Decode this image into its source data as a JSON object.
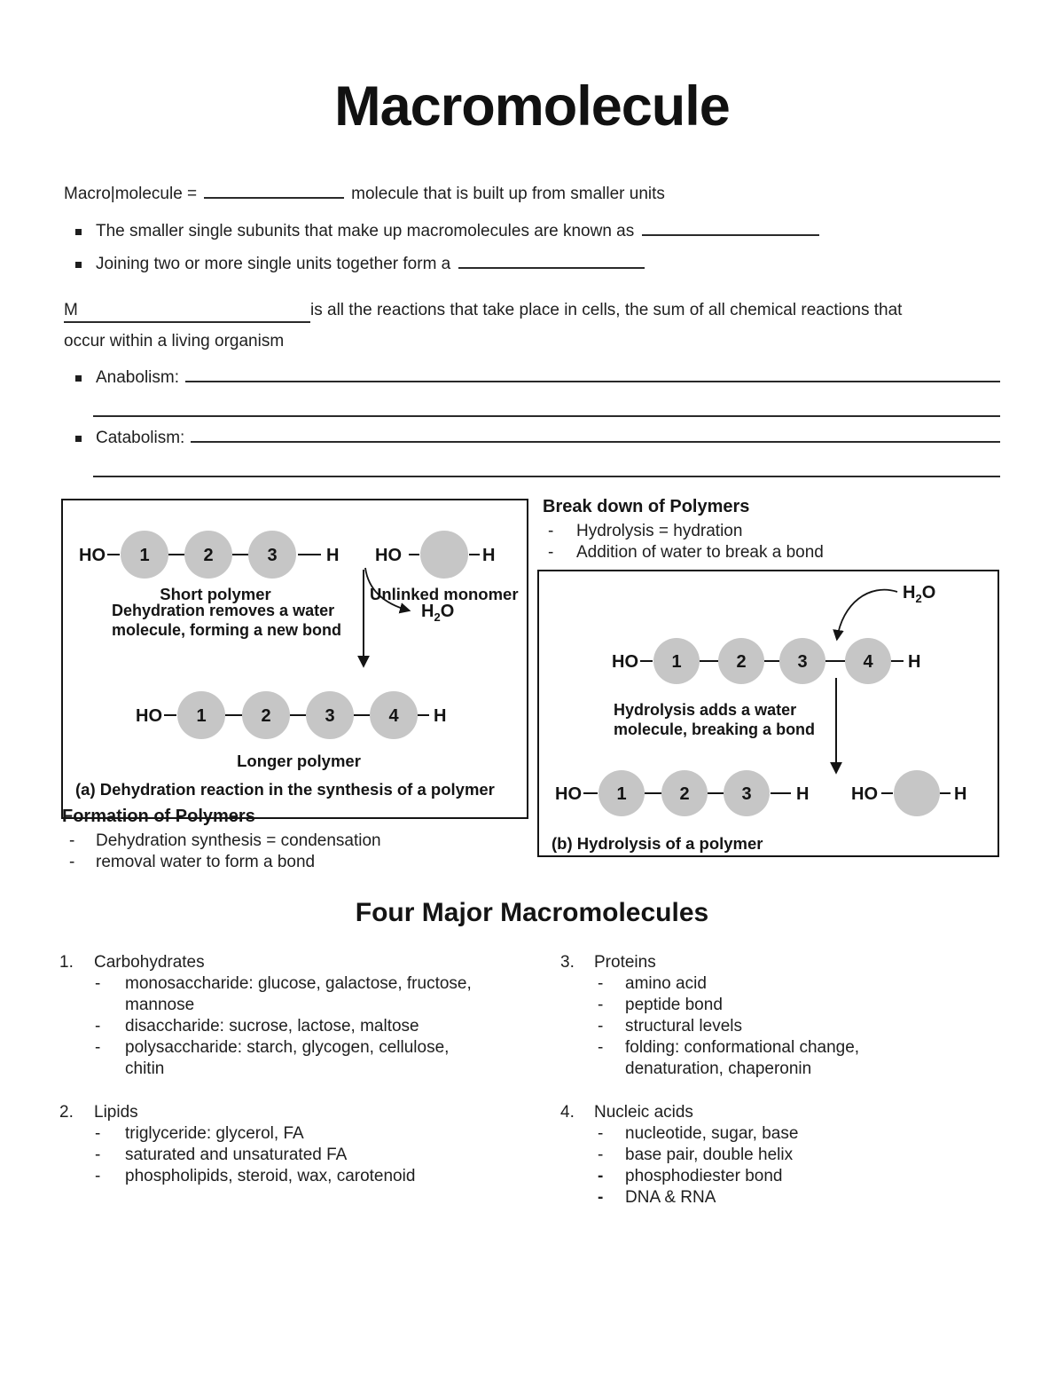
{
  "page": {
    "title": "Macromolecule"
  },
  "markers": {
    "dash": "-"
  },
  "chem": {
    "ho": "HO",
    "h": "H",
    "wh": "H",
    "wsub": "2",
    "wo": "O"
  },
  "intro": {
    "line1_pre": "Macro|molecule =",
    "line1_post": "molecule that is built up from smaller units",
    "bullet1": "The smaller single subunits that make up macromolecules are known as",
    "bullet2": "Joining two or more single units together form a"
  },
  "metabolism": {
    "m": "M",
    "line1_rest": "is all the reactions that take place in cells, the sum of all chemical reactions that",
    "line2": "occur within a living organism",
    "anabolism_label": "Anabolism:",
    "catabolism_label": "Catabolism:"
  },
  "figure_a": {
    "circles_top": [
      "1",
      "2",
      "3"
    ],
    "short_polymer": "Short polymer",
    "unlinked_monomer": "Unlinked monomer",
    "note1": "Dehydration removes a water",
    "note2": "molecule, forming a new bond",
    "circles_bottom": [
      "1",
      "2",
      "3",
      "4"
    ],
    "longer_polymer": "Longer polymer",
    "caption": "(a) Dehydration reaction in the synthesis of a polymer"
  },
  "breakdown": {
    "heading": "Break down of Polymers",
    "items": [
      "Hydrolysis = hydration",
      "Addition of water to break a bond"
    ]
  },
  "figure_b": {
    "circles_top": [
      "1",
      "2",
      "3",
      "4"
    ],
    "note1": "Hydrolysis adds a water",
    "note2": "molecule, breaking a bond",
    "circles_bottom": [
      "1",
      "2",
      "3"
    ],
    "caption": "(b) Hydrolysis of a polymer"
  },
  "formation": {
    "heading": "Formation of Polymers",
    "items": [
      "Dehydration synthesis = condensation",
      "removal water to form a bond"
    ]
  },
  "four_major": {
    "heading": "Four Major Macromolecules",
    "items": [
      {
        "num": "1.",
        "name": "Carbohydrates",
        "subs": [
          "monosaccharide: glucose, galactose, fructose, mannose",
          "disaccharide: sucrose, lactose, maltose",
          "polysaccharide: starch, glycogen, cellulose, chitin"
        ]
      },
      {
        "num": "2.",
        "name": "Lipids",
        "subs": [
          "triglyceride: glycerol, FA",
          "saturated and unsaturated FA",
          "phospholipids, steroid, wax, carotenoid"
        ]
      },
      {
        "num": "3.",
        "name": "Proteins",
        "subs": [
          "amino acid",
          "peptide bond",
          "structural levels",
          "folding: conformational change, denaturation, chaperonin"
        ]
      },
      {
        "num": "4.",
        "name": "Nucleic acids",
        "subs": [
          "nucleotide, sugar, base",
          "base pair, double helix",
          "phosphodiester bond",
          "DNA & RNA"
        ]
      }
    ]
  }
}
